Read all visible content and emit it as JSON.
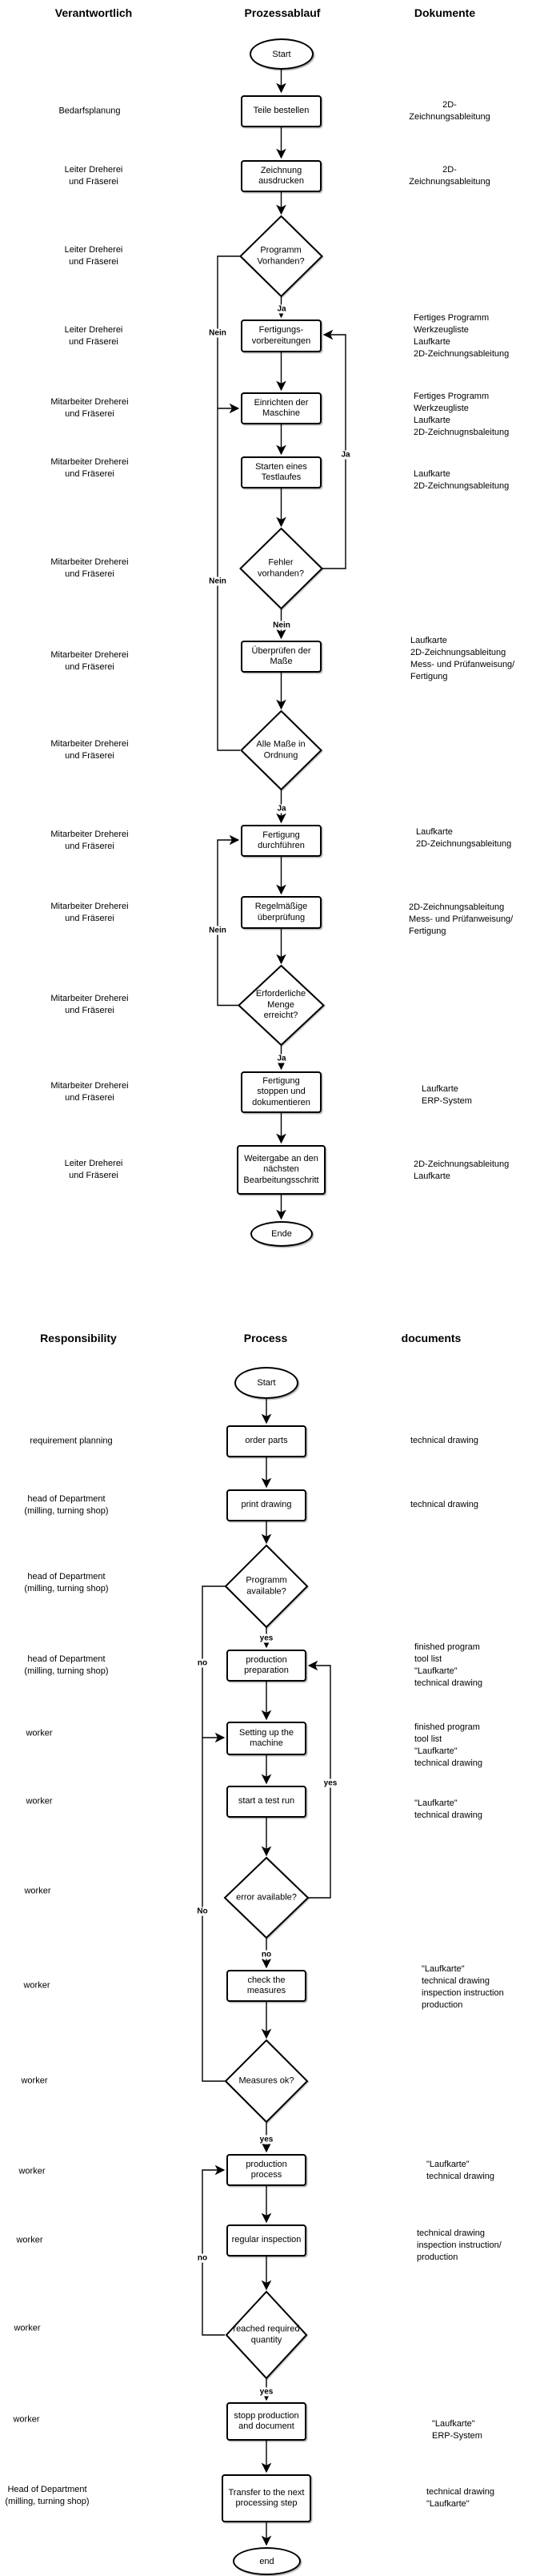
{
  "de": {
    "headers": {
      "responsibility": "Verantwortlich",
      "process": "Prozessablauf",
      "documents": "Dokumente"
    },
    "start": "Start",
    "end": "Ende",
    "nodes": {
      "order": {
        "label": "Teile bestellen",
        "resp": "Bedarfsplanung",
        "docs": "2D-\nZeichnungsableitung"
      },
      "print": {
        "label": "Zeichnung\nausdrucken",
        "resp": "Leiter Dreherei\nund Fräserei",
        "docs": "2D-\nZeichnungsableitung"
      },
      "prog": {
        "label": "Programm\nVorhanden?",
        "resp": "Leiter Dreherei\nund Fräserei"
      },
      "prep": {
        "label": "Fertigungs-\nvorbereitungen",
        "resp": "Leiter Dreherei\nund Fräserei",
        "docs": "Fertiges Programm\nWerkzeugliste\nLaufkarte\n2D-Zeichnungsableitung"
      },
      "setup": {
        "label": "Einrichten der\nMaschine",
        "resp": "Mitarbeiter Dreherei\nund Fräserei",
        "docs": "Fertiges Programm\nWerkzeugliste\nLaufkarte\n2D-Zeichnugnsbaleitung"
      },
      "test": {
        "label": "Starten eines\nTestlaufes",
        "resp": "Mitarbeiter Dreherei\nund Fräserei",
        "docs": "Laufkarte\n2D-Zeichnungsableitung"
      },
      "error": {
        "label": "Fehler\nvorhanden?",
        "resp": "Mitarbeiter Dreherei\nund Fräserei"
      },
      "check": {
        "label": "Überprüfen der\nMaße",
        "resp": "Mitarbeiter Dreherei\nund Fräserei",
        "docs": "Laufkarte\n2D-Zeichnungsableitung\nMess- und Prüfanweisung/\nFertigung"
      },
      "ok": {
        "label": "Alle Maße in\nOrdnung",
        "resp": "Mitarbeiter Dreherei\nund Fräserei"
      },
      "produce": {
        "label": "Fertigung\ndurchführen",
        "resp": "Mitarbeiter Dreherei\nund Fräserei",
        "docs": "Laufkarte\n2D-Zeichnungsableitung"
      },
      "inspect": {
        "label": "Regelmäßige\nüberprüfung",
        "resp": "Mitarbeiter Dreherei\nund Fräserei",
        "docs": "2D-Zeichnungsableitung\nMess- und Prüfanweisung/\nFertigung"
      },
      "qty": {
        "label": "Erforderliche\nMenge\nerreicht?",
        "resp": "Mitarbeiter Dreherei\nund Fräserei"
      },
      "stop": {
        "label": "Fertigung\nstoppen und\ndokumentieren",
        "resp": "Mitarbeiter Dreherei\nund Fräserei",
        "docs": "Laufkarte\nERP-System"
      },
      "transfer": {
        "label": "Weitergabe an den\nnächsten\nBearbeitungsschritt",
        "resp": "Leiter Dreherei\nund Fräserei",
        "docs": "2D-Zeichnungsableitung\nLaufkarte"
      }
    },
    "edges": {
      "prog_ja": "Ja",
      "prog_nein": "Nein",
      "error_ja": "Ja",
      "error_nein": "Nein",
      "ok_ja": "Ja",
      "ok_nein": "Nein",
      "qty_ja": "Ja",
      "qty_nein": "Nein"
    }
  },
  "en": {
    "headers": {
      "responsibility": "Responsibility",
      "process": "Process",
      "documents": "documents"
    },
    "start": "Start",
    "end": "end",
    "nodes": {
      "order": {
        "label": "order parts",
        "resp": "requirement planning",
        "docs": "technical drawing"
      },
      "print": {
        "label": "print drawing",
        "resp": "head of Department\n(milling, turning shop)",
        "docs": "technical drawing"
      },
      "prog": {
        "label": "Programm\navailable?",
        "resp": "head of Department\n(milling, turning shop)"
      },
      "prep": {
        "label": "production\npreparation",
        "resp": "head of Department\n(milling, turning shop)",
        "docs": "finished program\ntool list\n\"Laufkarte\"\ntechnical drawing"
      },
      "setup": {
        "label": "Setting up the\nmachine",
        "resp": "worker",
        "docs": "finished program\ntool list\n\"Laufkarte\"\ntechnical drawing"
      },
      "test": {
        "label": "start a test run",
        "resp": "worker",
        "docs": "\"Laufkarte\"\ntechnical drawing"
      },
      "error": {
        "label": "error available?",
        "resp": "worker"
      },
      "check": {
        "label": "check the\nmeasures",
        "resp": "worker",
        "docs": "\"Laufkarte\"\ntechnical drawing\ninspection instruction\nproduction"
      },
      "ok": {
        "label": "Measures ok?",
        "resp": "worker"
      },
      "produce": {
        "label": "production\nprocess",
        "resp": "worker",
        "docs": "\"Laufkarte\"\ntechnical drawing"
      },
      "inspect": {
        "label": "regular inspection",
        "resp": "worker",
        "docs": "technical drawing\ninspection instruction/\nproduction"
      },
      "qty": {
        "label": "reached required\nquantity",
        "resp": "worker"
      },
      "stop": {
        "label": "stopp production\nand document",
        "resp": "worker",
        "docs": "\"Laufkarte\"\nERP-System"
      },
      "transfer": {
        "label": "Transfer to the next\nprocessing step",
        "resp": "Head of Department\n(milling, turning shop)",
        "docs": "technical drawing\n\"Laufkarte\""
      }
    },
    "edges": {
      "prog_yes": "yes",
      "prog_no": "no",
      "error_yes": "yes",
      "error_no": "no",
      "ok_yes": "yes",
      "ok_no": "No",
      "qty_yes": "yes",
      "qty_no": "no"
    }
  }
}
